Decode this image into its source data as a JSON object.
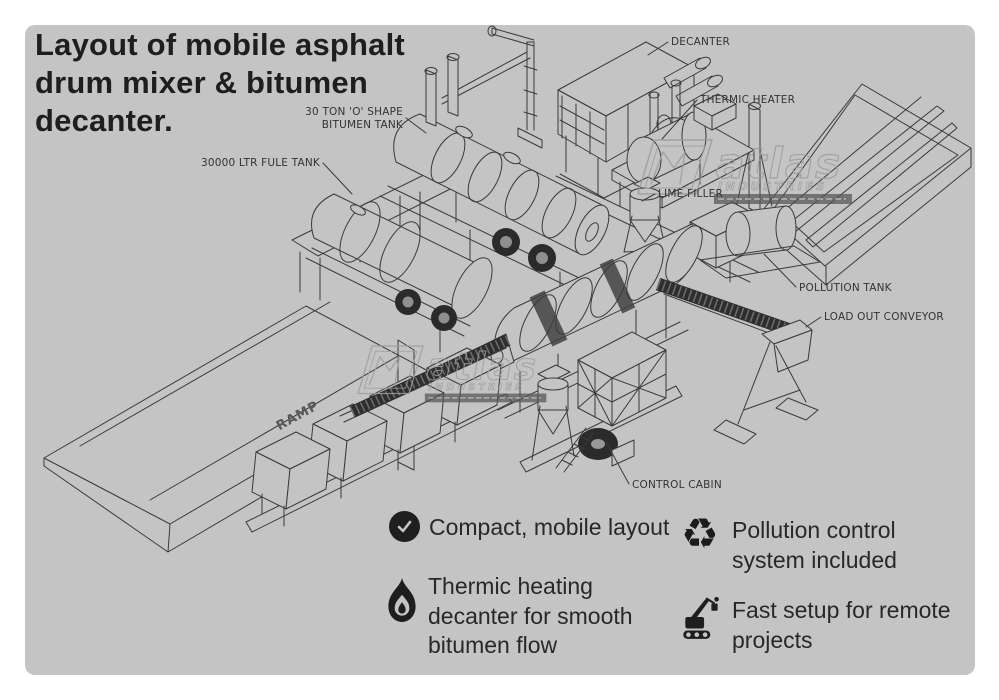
{
  "canvas": {
    "bg": "#ffffff",
    "panel_bg": "#c4c4c4"
  },
  "colors": {
    "ink": "#1e1e1e",
    "line": "#3a3a3a",
    "label_ink": "#333333",
    "watermark_gray": "#9d9d9d",
    "dark_fill": "#2b2b2b"
  },
  "title": {
    "line1": "Layout of mobile asphalt",
    "line2": "drum mixer & bitumen",
    "line3": "decanter."
  },
  "diagram_labels": {
    "decanter": "DECANTER",
    "thermic_heater": "THERMIC HEATER",
    "bitumen_tank_line1": "30 TON 'O' SHAPE",
    "bitumen_tank_line2": "BITUMEN TANK",
    "fuel_tank": "30000 LTR FULE TANK",
    "lime_filler": "LIME FILLER",
    "pollution_tank": "POLLUTION TANK",
    "load_out_conveyor": "LOAD OUT CONVEYOR",
    "control_cabin": "CONTROL CABIN",
    "ramp": "RAMP"
  },
  "watermark": {
    "brand": "atlas",
    "sub": "INDUSTRIES"
  },
  "features": [
    {
      "icon": "check-circle-icon",
      "lines": [
        "Compact, mobile layout"
      ]
    },
    {
      "icon": "flame-icon",
      "lines": [
        "Thermic heating",
        "decanter for smooth",
        "bitumen flow"
      ]
    },
    {
      "icon": "recycle-icon",
      "glyph": "♻",
      "lines": [
        "Pollution control",
        "system included"
      ]
    },
    {
      "icon": "crane-icon",
      "lines": [
        "Fast setup for remote",
        "projects"
      ]
    }
  ]
}
